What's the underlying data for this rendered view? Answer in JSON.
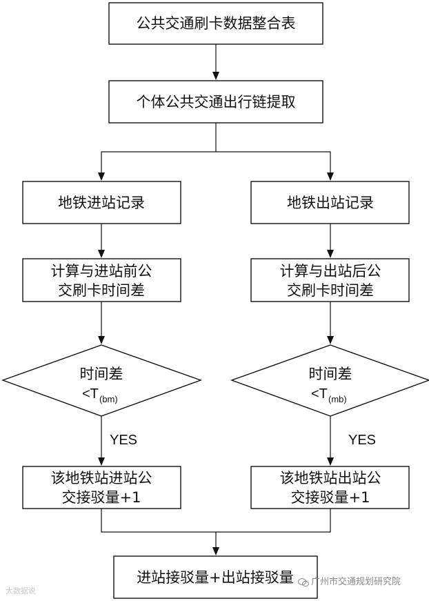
{
  "nodes": {
    "n1": "公共交通刷卡数据整合表",
    "n2": "个体公共交通出行链提取",
    "n3_left": "地铁进站记录",
    "n3_right": "地铁出站记录",
    "n4_left_line1": "计算与进站前公",
    "n4_left_line2": "交刷卡时间差",
    "n4_right_line1": "计算与出站后公",
    "n4_right_line2": "交刷卡时间差",
    "d_left_line1": "时间差",
    "d_left_lt": "<T",
    "d_left_sub": "(bm)",
    "d_right_line1": "时间差",
    "d_right_lt": "<T",
    "d_right_sub": "(mb)",
    "n5_left_line1": "该地铁站进站公",
    "n5_left_line2": "交接驳量+1",
    "n5_right_line1": "该地铁站出站公",
    "n5_right_line2": "交接驳量+1",
    "n6": "进站接驳量+出站接驳量"
  },
  "edge_labels": {
    "yes_left": "YES",
    "yes_right": "YES"
  },
  "watermark": {
    "left": "大数据说",
    "right": "广州市交通规划研究院"
  }
}
